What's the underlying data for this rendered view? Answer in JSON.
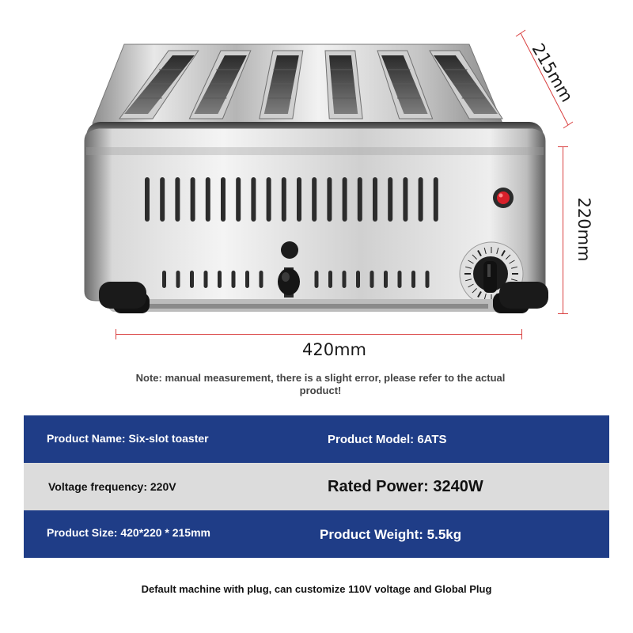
{
  "dimensions": {
    "width": "420mm",
    "height": "220mm",
    "depth": "215mm"
  },
  "note": "Note: manual measurement, there is a slight error, please refer to the actual product!",
  "specs": {
    "product_name": "Product Name: Six-slot toaster",
    "product_model": "Product Model: 6ATS",
    "voltage_frequency": "Voltage frequency: 220V",
    "rated_power": "Rated Power: 3240W",
    "product_size": "Product Size: 420*220 * 215mm",
    "product_weight": "Product Weight: 5.5kg"
  },
  "footer": "Default machine with plug, can customize 110V voltage and Global Plug",
  "colors": {
    "band_blue": "#1f3d87",
    "band_grey": "#dcdcdc",
    "dimension_line": "#d94040",
    "indicator_light": "#d8202a"
  },
  "product": {
    "slot_count": 6
  }
}
